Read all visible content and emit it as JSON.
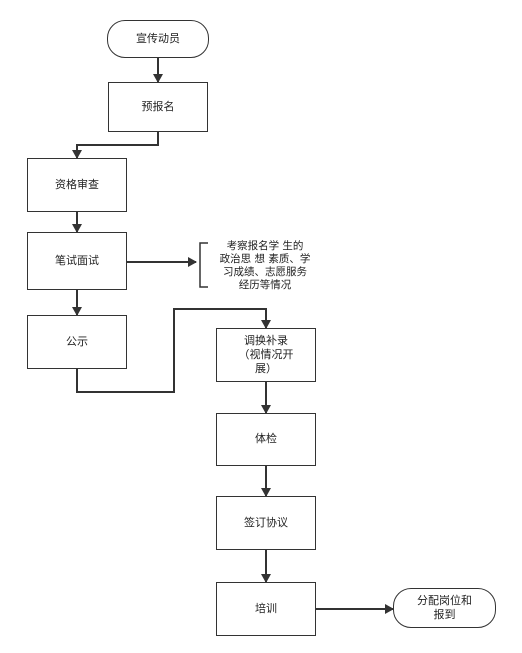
{
  "nodes": {
    "start": "宣传动员",
    "register": "预报名",
    "qualify": "资格审查",
    "exam": "笔试面试",
    "publicize": "公示",
    "adjust": "调换补录\n（视情况开\n展）",
    "medical": "体检",
    "agreement": "签订协议",
    "training": "培训",
    "end": "分配岗位和\n报到"
  },
  "note": "考察报名学 生的\n政治思 想 素质、学\n习成绩、志愿服务\n经历等情况",
  "colors": {
    "stroke": "#333333",
    "background": "#ffffff"
  }
}
